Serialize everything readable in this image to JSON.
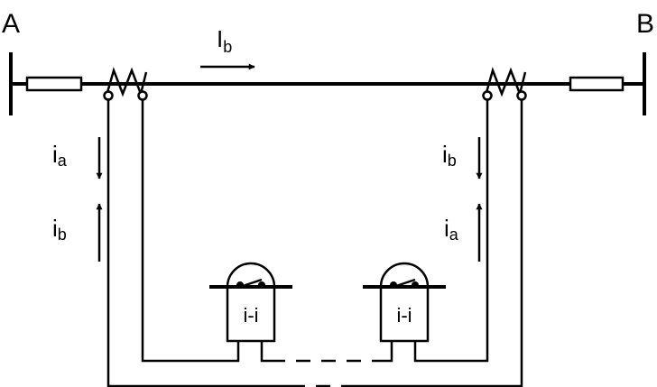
{
  "bus_labels": {
    "left": "A",
    "right": "B"
  },
  "line_current": {
    "base": "I",
    "sub": "b"
  },
  "left_ct_currents": [
    {
      "base": "i",
      "sub": "a"
    },
    {
      "base": "i",
      "sub": "b"
    }
  ],
  "right_ct_currents": [
    {
      "base": "i",
      "sub": "b"
    },
    {
      "base": "i",
      "sub": "a"
    }
  ],
  "relays": [
    {
      "label": "i-i"
    },
    {
      "label": "i-i"
    }
  ]
}
